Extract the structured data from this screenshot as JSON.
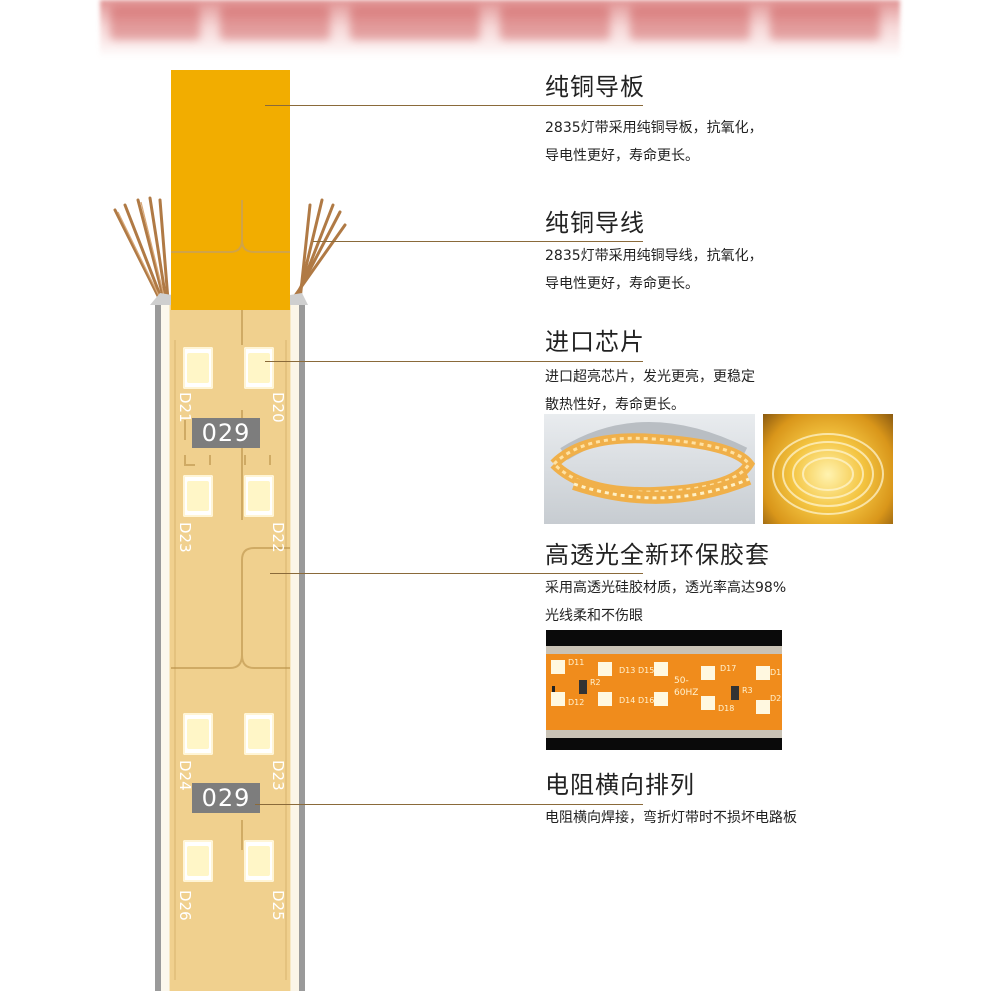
{
  "colors": {
    "copper": "#f2ad00",
    "strip": "#f0d08e",
    "wire": "#b07a45",
    "text": "#222222",
    "leader": "#8a6a3a"
  },
  "strip_labels": {
    "chip_codes": [
      "029",
      "029"
    ],
    "leds": [
      "D21",
      "D20",
      "D23",
      "D22",
      "D24",
      "D23",
      "D26",
      "D25"
    ]
  },
  "sections": [
    {
      "title": "纯铜导板",
      "lines": [
        "2835灯带采用纯铜导板，抗氧化，",
        "导电性更好，寿命更长。"
      ]
    },
    {
      "title": "纯铜导线",
      "lines": [
        "2835灯带采用纯铜导线，抗氧化，",
        "导电性更好，寿命更长。"
      ]
    },
    {
      "title": "进口芯片",
      "lines": [
        "进口超亮芯片，发光更亮，更稳定",
        "散热性好，寿命更长。"
      ]
    },
    {
      "title": "高透光全新环保胶套",
      "lines": [
        "采用高透光硅胶材质，透光率高达98%",
        "光线柔和不伤眼"
      ]
    },
    {
      "title": "电阻横向排列",
      "lines": [
        "电阻横向焊接，弯折灯带时不损坏电路板"
      ]
    }
  ],
  "photo3": {
    "labels": [
      "D11",
      "D13",
      "D15",
      "D17",
      "D1",
      "D12",
      "D14",
      "D16",
      "D18",
      "D2",
      "R2",
      "R3",
      "50-",
      "60HZ"
    ]
  }
}
